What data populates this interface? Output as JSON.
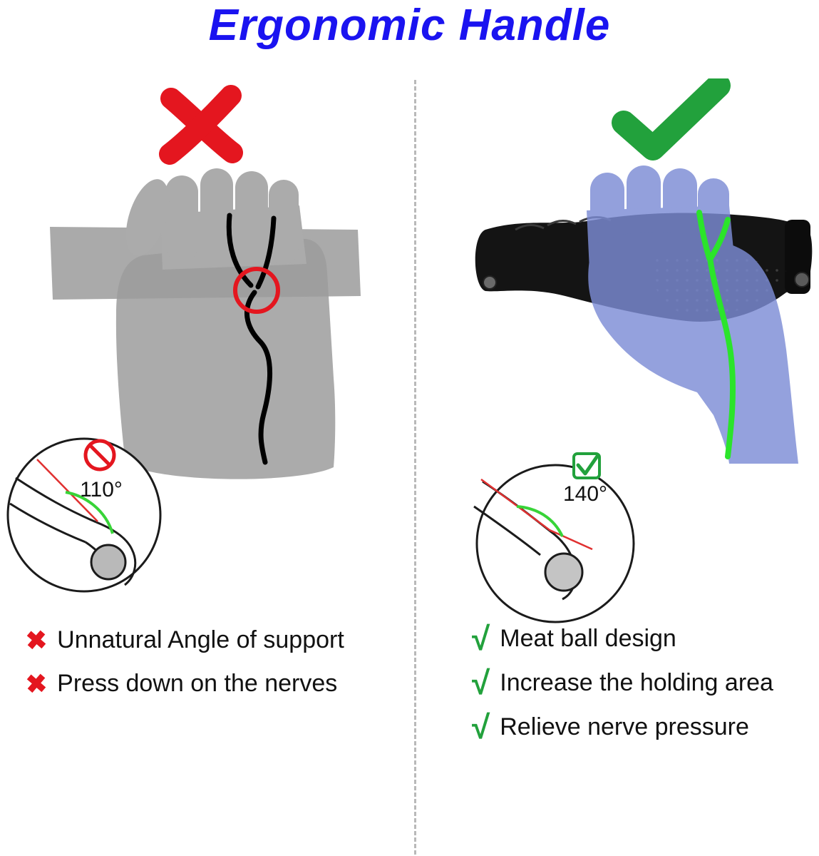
{
  "title": "Ergonomic Handle",
  "colors": {
    "title_blue": "#1a13f0",
    "bad_red": "#e4161f",
    "good_green": "#22a13c",
    "nerve_green": "#2be42b",
    "hand_gray": "#ababab",
    "hand_blue": "#7c8cd5",
    "bar_gray": "#9b9b9b",
    "grip_black": "#141414"
  },
  "left_panel": {
    "verdict": "bad",
    "angle_label": "110°",
    "points": [
      {
        "marker": "✖",
        "text": "Unnatural Angle of support"
      },
      {
        "marker": "✖",
        "text": "Press down on the nerves"
      }
    ]
  },
  "right_panel": {
    "verdict": "good",
    "angle_label": "140°",
    "points": [
      {
        "marker": "√",
        "text": "Meat ball design"
      },
      {
        "marker": "√",
        "text": "Increase the holding area"
      },
      {
        "marker": "√",
        "text": "Relieve nerve pressure"
      }
    ]
  }
}
